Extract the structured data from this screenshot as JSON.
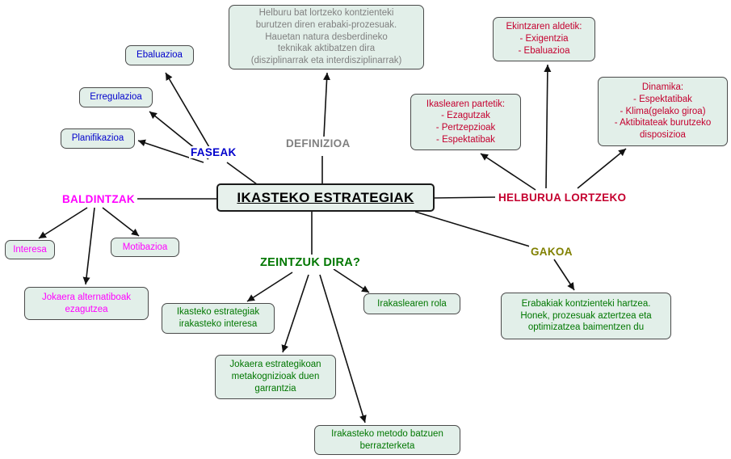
{
  "title": "IKASTEKO ESTRATEGIAK kontzeptu-mapa",
  "colors": {
    "node_fill": "#e2efe9",
    "node_border": "#4a4a4a",
    "blue": "#0000cc",
    "gray": "#808080",
    "red": "#c4002f",
    "magenta": "#ff00ff",
    "green": "#007700",
    "olive": "#808000",
    "line": "#111111"
  },
  "center": {
    "label": "IKASTEKO ESTRATEGIAK"
  },
  "labels": {
    "faseak": "FASEAK",
    "definizioa": "DEFINIZIOA",
    "baldintzak": "BALDINTZAK",
    "zeintzuk": "ZEINTZUK DIRA?",
    "gakoa": "GAKOA",
    "helburua": "HELBURUA LORTZEKO"
  },
  "nodes": {
    "ebaluazioa": "Ebaluazioa",
    "erregulazioa": "Erregulazioa",
    "planifikazioa": "Planifikazioa",
    "definizio_testua": "Helburu bat lortzeko kontzienteki\nburutzen diren erabaki-prozesuak.\nHauetan natura desberdineko\nteknikak aktibatzen dira\n(disziplinarrak eta interdisziplinarrak)",
    "ekintzaren": "Ekintzaren aldetik:\n- Exigentzia\n- Ebaluazioa",
    "ikaslearen": "Ikaslearen partetik:\n- Ezagutzak\n- Pertzepzioak\n- Espektatibak",
    "dinamika": "Dinamika:\n- Espektatibak\n- Klima(gelako giroa)\n- Aktibitateak burutzeko\ndisposizioa",
    "interesa": "Interesa",
    "motibazioa": "Motibazioa",
    "jokaera_alternatiboak": "Jokaera alternatiboak\nezagutzea",
    "ikasteko_interesa": "Ikasteko estrategiak\nirakasteko interesa",
    "irakaslearen_rola": "Irakaslearen rola",
    "jokaera_estrategikoan": "Jokaera estrategikoan\nmetakognizioak duen\ngarrantzia",
    "irakasteko_metodo": "Irakasteko metodo batzuen\nberrazterketa",
    "erabakiak": "Erabakiak kontzienteki hartzea.\nHonek, prozesuak aztertzea eta\noptimizatzea baimentzen du"
  },
  "edges": [
    {
      "from": "center",
      "to": "faseak"
    },
    {
      "from": "faseak",
      "to": "ebaluazioa"
    },
    {
      "from": "faseak",
      "to": "erregulazioa"
    },
    {
      "from": "faseak",
      "to": "planifikazioa"
    },
    {
      "from": "center",
      "to": "definizioa"
    },
    {
      "from": "definizioa",
      "to": "definizio_testua"
    },
    {
      "from": "center",
      "to": "baldintzak"
    },
    {
      "from": "baldintzak",
      "to": "interesa"
    },
    {
      "from": "baldintzak",
      "to": "motibazioa"
    },
    {
      "from": "baldintzak",
      "to": "jokaera_alternatiboak"
    },
    {
      "from": "center",
      "to": "zeintzuk"
    },
    {
      "from": "zeintzuk",
      "to": "ikasteko_interesa"
    },
    {
      "from": "zeintzuk",
      "to": "irakaslearen_rola"
    },
    {
      "from": "zeintzuk",
      "to": "jokaera_estrategikoan"
    },
    {
      "from": "zeintzuk",
      "to": "irakasteko_metodo"
    },
    {
      "from": "center",
      "to": "helburua"
    },
    {
      "from": "helburua",
      "to": "ekintzaren"
    },
    {
      "from": "helburua",
      "to": "ikaslearen"
    },
    {
      "from": "helburua",
      "to": "dinamika"
    },
    {
      "from": "center",
      "to": "gakoa"
    },
    {
      "from": "gakoa",
      "to": "erabakiak"
    }
  ]
}
